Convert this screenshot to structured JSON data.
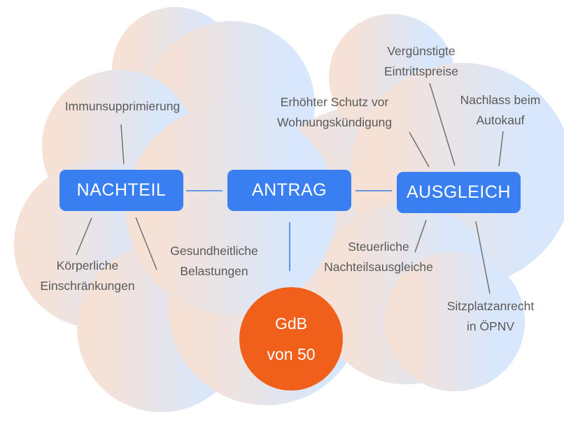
{
  "colors": {
    "box": "#3a7ff2",
    "circle": "#f0601a",
    "connector": "#3c7fe6",
    "leader_line": "#6a6a6a",
    "label_text": "#5a5a5a",
    "cloud_left": "#f6e1d6",
    "cloud_right": "#d8e7fb"
  },
  "boxes": {
    "nachteil": "NACHTEIL",
    "antrag": "ANTRAG",
    "ausgleich": "AUSGLEICH"
  },
  "circle": {
    "line1": "GdB",
    "line2": "von 50"
  },
  "labels": {
    "immun": [
      "Immunsupprimierung"
    ],
    "koerper": [
      "Körperliche",
      "Einschränkungen"
    ],
    "gesund": [
      "Gesundheitliche",
      "Belastungen"
    ],
    "schutz": [
      "Erhöhter Schutz vor",
      "Wohnungskündigung"
    ],
    "verguenstigt": [
      "Vergünstigte",
      "Eintrittspreise"
    ],
    "nachlass": [
      "Nachlass beim",
      "Autokauf"
    ],
    "steuer": [
      "Steuerliche",
      "Nachteilsausgleiche"
    ],
    "sitzplatz": [
      "Sitzplatzanrecht",
      "in ÖPNV"
    ]
  }
}
